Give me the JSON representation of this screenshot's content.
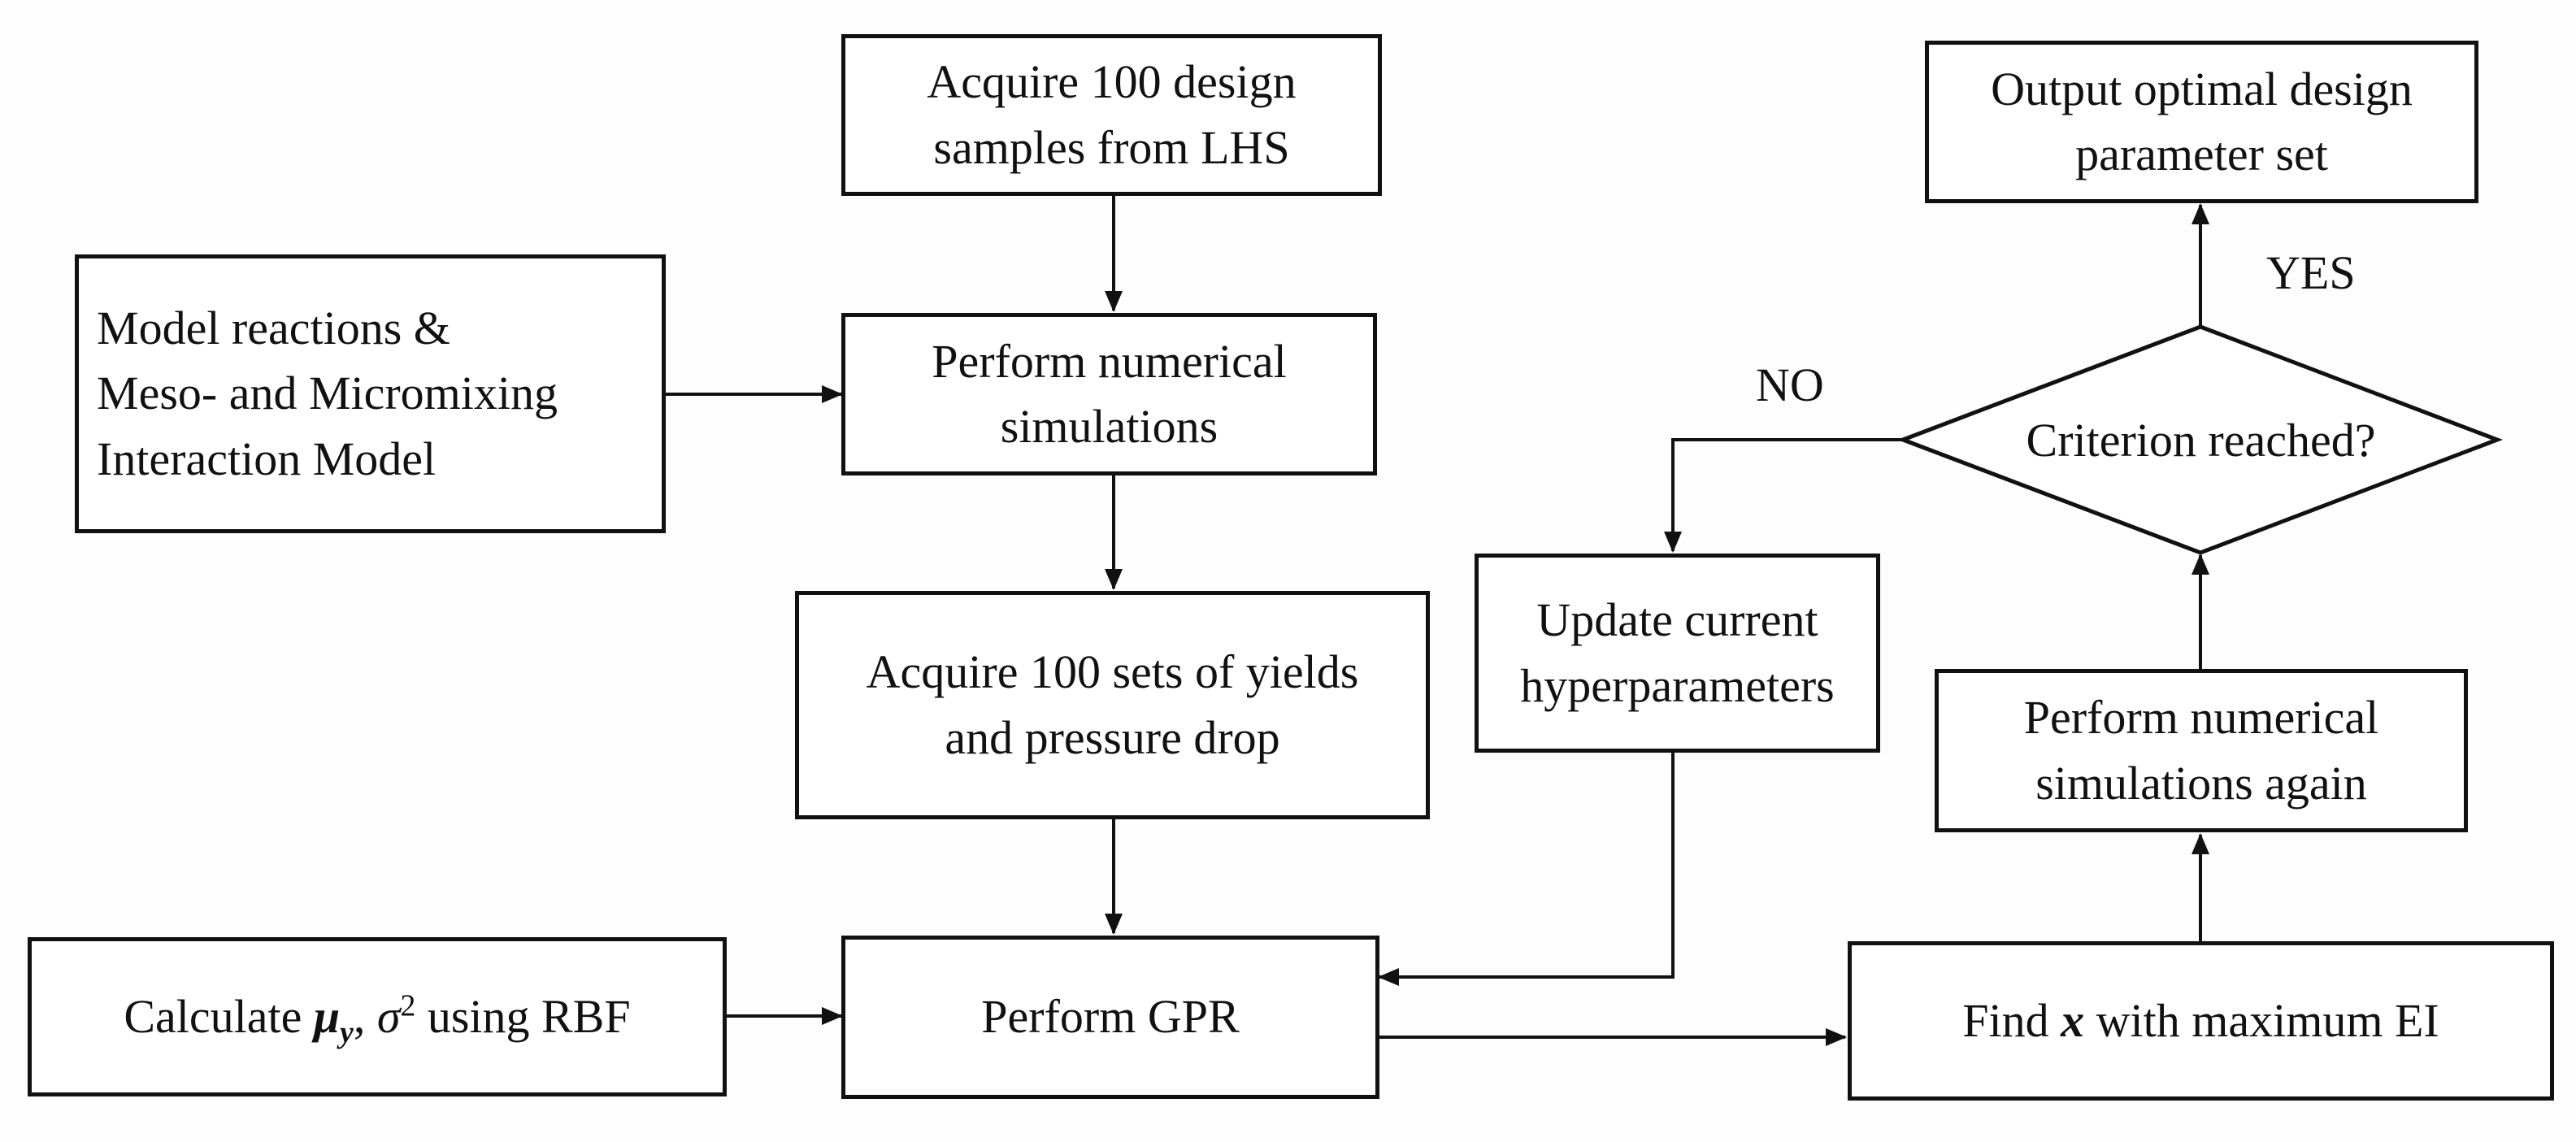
{
  "nodes": {
    "acquire_samples": {
      "line1": "Acquire 100 design",
      "line2": "samples from LHS"
    },
    "model_reactions": {
      "line1": "Model reactions &",
      "line2": "Meso- and Micromixing",
      "line3": "Interaction Model"
    },
    "perform_sims": {
      "line1": "Perform numerical",
      "line2": "simulations"
    },
    "acquire_yields": {
      "line1": "Acquire 100 sets of yields",
      "line2": "and pressure drop"
    },
    "calculate": {
      "prefix": "Calculate ",
      "mu": "μ",
      "mu_sub": "y",
      "sep": ", ",
      "sigma": "σ",
      "sigma_sup": "2",
      "suffix": " using RBF"
    },
    "perform_gpr": {
      "label": "Perform GPR"
    },
    "find_x": {
      "prefix": "Find ",
      "var": "x",
      "suffix": " with maximum EI"
    },
    "perform_sims_again": {
      "line1": "Perform numerical",
      "line2": "simulations again"
    },
    "criterion": {
      "label": "Criterion reached?"
    },
    "update_hyper": {
      "line1": "Update current",
      "line2": "hyperparameters"
    },
    "output": {
      "line1": "Output optimal design",
      "line2": "parameter set"
    }
  },
  "edge_labels": {
    "yes": "YES",
    "no": "NO"
  }
}
